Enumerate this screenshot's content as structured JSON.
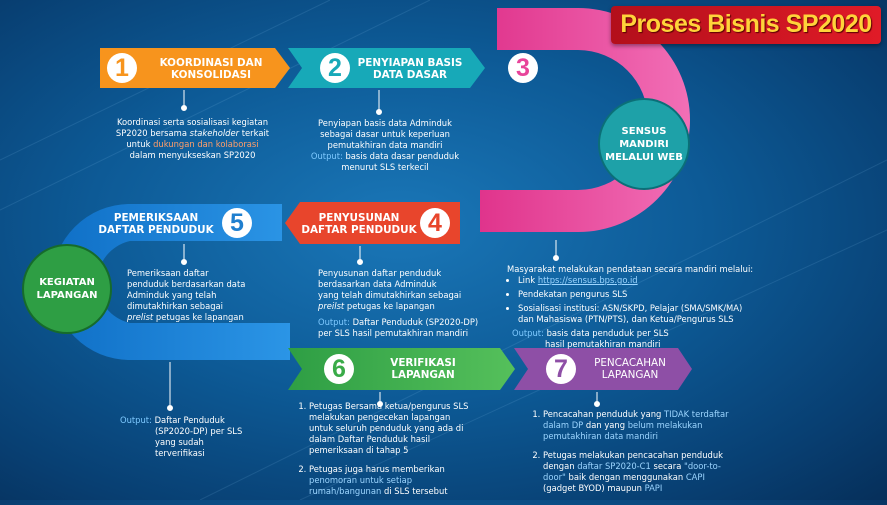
{
  "title": "Proses Bisnis SP2020",
  "steps": [
    {
      "num": "1",
      "label_l1": "KOORDINASI DAN",
      "label_l2": "KONSOLIDASI"
    },
    {
      "num": "2",
      "label_l1": "PENYIAPAN BASIS",
      "label_l2": "DATA DASAR"
    },
    {
      "num": "3"
    },
    {
      "num": "4",
      "label_l1": "PENYUSUNAN",
      "label_l2": "DAFTAR PENDUDUK"
    },
    {
      "num": "5",
      "label_l1": "PEMERIKSAAN",
      "label_l2": "DAFTAR PENDUDUK"
    },
    {
      "num": "6",
      "label_l1": "VERIFIKASI",
      "label_l2": "LAPANGAN"
    },
    {
      "num": "7",
      "label_l1": "PENCACAHAN",
      "label_l2": "LAPANGAN"
    }
  ],
  "circles": {
    "sensus": {
      "l1": "SENSUS",
      "l2": "MANDIRI",
      "l3": "MELALUI WEB"
    },
    "kegiatan": {
      "l1": "KEGIATAN",
      "l2": "LAPANGAN"
    }
  },
  "desc1": {
    "l1": "Koordinasi serta sosialisasi kegiatan",
    "l2a": "SP2020 bersama ",
    "l2b": "stakeholder",
    "l2c": " terkait",
    "l3a": "untuk ",
    "l3b": "dukungan",
    "l3c": "  dan ",
    "l3d": "kolaborasi",
    "l4": "dalam menyukseskan  SP2020"
  },
  "desc2": {
    "l1": "Penyiapan basis data Adminduk",
    "l2": "sebagai dasar untuk keperluan",
    "l3": "pemutakhiran data mandiri",
    "out_label": "Output:",
    "l4": " basis data dasar penduduk",
    "l5": "menurut SLS terkecil"
  },
  "desc3": {
    "intro": "Masyarakat melakukan  pendataan secara mandiri melalui:",
    "b1a": "Link ",
    "b1b": "https://sensus.bps.go.id",
    "b2": "Pendekatan pengurus SLS",
    "b3a": "Sosialisasi institusi: ASN/SKPD, Pelajar (SMA/SMK/MA)",
    "b3b": "dan Mahasiswa (PTN/PTS),  dan Ketua/Pengurus SLS",
    "out_label": "Output:",
    "o1": " basis data penduduk  per SLS",
    "o2": "hasil pemutakhiran mandiri"
  },
  "desc4": {
    "l1": "Penyusunan daftar penduduk",
    "l2": "berdasarkan data Adminduk",
    "l3": "yang telah dimutakhirkan  sebagai",
    "l4a": "preilst",
    "l4b": " petugas ke lapangan",
    "out_label": "Output:",
    "l5": " Daftar Penduduk (SP2020-DP)",
    "l6": "per SLS hasil pemutakhiran  mandiri"
  },
  "desc5": {
    "l1": "Pemeriksaan daftar",
    "l2": "penduduk berdasarkan data",
    "l3": "Adminduk yang telah",
    "l4": "dimutakhirkan sebagai",
    "l5a": "prelist",
    "l5b": " petugas ke lapangan"
  },
  "desc_out5": {
    "out_label": "Output:",
    "l1": " Daftar Penduduk",
    "l2": "(SP2020-DP) per SLS",
    "l3": "yang sudah",
    "l4": "terverifikasi"
  },
  "desc6": {
    "i1_l1": "Petugas Bersama ketua/pengurus  SLS",
    "i1_l2": "melakukan pengecekan lapangan",
    "i1_l3": "untuk seluruh penduduk yang ada di",
    "i1_l4": "dalam Daftar Penduduk hasil",
    "i1_l5": "pemeriksaan di tahap 5",
    "i2_l1": "Petugas juga harus memberikan",
    "i2_l2": "penomoran untuk setiap",
    "i2_l3a": "rumah/bangunan",
    "i2_l3b": "  di SLS tersebut"
  },
  "desc7": {
    "i1_l1a": "Pencacahan penduduk yang ",
    "i1_l1b": "TIDAK terdaftar",
    "i1_l2a": "dalam DP",
    "i1_l2b": " dan yang ",
    "i1_l2c": "belum melakukan",
    "i1_l3": "pemutakhiran data mandiri",
    "i2_l1": "Petugas melakukan  pencacahan penduduk",
    "i2_l2a": "dengan ",
    "i2_l2b": "daftar SP2020-C1",
    "i2_l2c": " secara ",
    "i2_l2d": "\"door-to-",
    "i2_l3a": "door\"",
    "i2_l3b": " baik dengan menggunakan  ",
    "i2_l3c": "CAPI",
    "i2_l4a": "(gadget BYOD)",
    "i2_l4b": " maupun  ",
    "i2_l4c": "PAPI"
  },
  "colors": {
    "orange": "#f7941d",
    "teal": "#17a9b8",
    "magenta": "#e8449a",
    "red": "#e8452c",
    "blue": "#1f7fcf",
    "green": "#3aab48",
    "purple": "#8e4fa6"
  }
}
